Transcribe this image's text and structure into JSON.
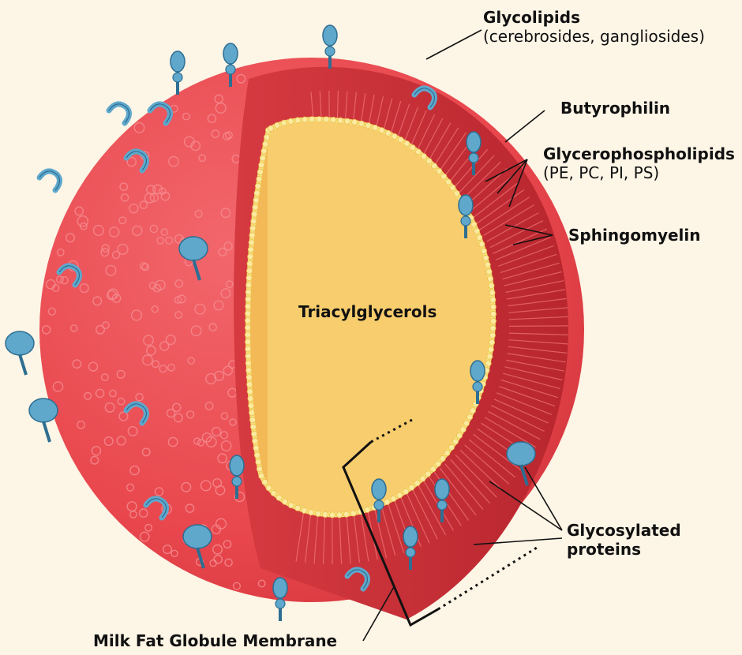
{
  "labels": {
    "glycolipids": {
      "title": "Glycolipids",
      "sub": "(cerebrosides, gangliosides)"
    },
    "butyrophilin": {
      "title": "Butyrophilin"
    },
    "glycerophospholipids": {
      "title": "Glycerophospholipids",
      "sub": "(PE, PC, PI, PS)"
    },
    "sphingomyelin": {
      "title": "Sphingomyelin"
    },
    "triacylglycerols": {
      "title": "Triacylglycerols"
    },
    "glycosylated_proteins": {
      "line1": "Glycosylated",
      "line2": "proteins"
    },
    "mfgm": {
      "title": "Milk Fat Globule Membrane"
    }
  },
  "colors": {
    "background": "#fdf5e6",
    "membrane_red": "#e8474d",
    "membrane_dark": "#c92f36",
    "core_yellow": "#f6c35e",
    "core_light": "#fde9a8",
    "protein_blue": "#5fa8cc",
    "protein_dark": "#2d6e92"
  }
}
